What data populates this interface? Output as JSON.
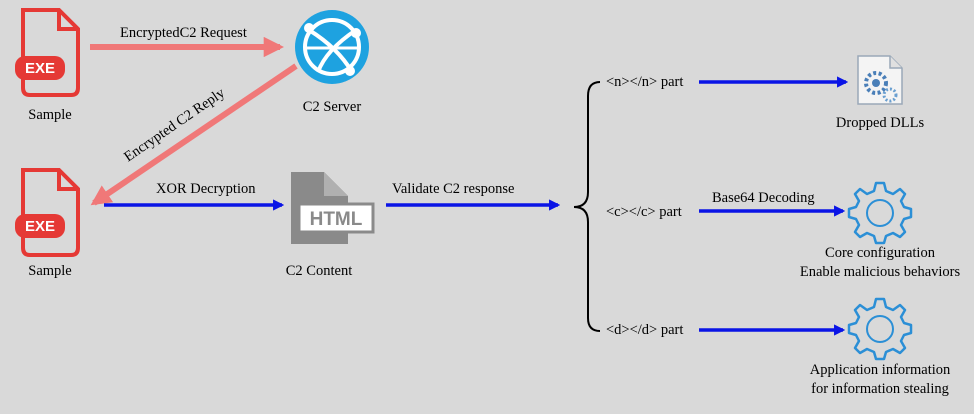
{
  "nodes": {
    "sample_top": {
      "label": "Sample",
      "badge": "EXE"
    },
    "sample_bottom": {
      "label": "Sample",
      "badge": "EXE"
    },
    "c2_server": {
      "label": "C2 Server"
    },
    "c2_content": {
      "label": "C2 Content",
      "badge": "HTML"
    },
    "dropped_dlls": {
      "label": "Dropped DLLs"
    },
    "core_config": {
      "line1": "Core configuration",
      "line2": "Enable malicious behaviors"
    },
    "app_info": {
      "line1": "Application information",
      "line2": "for information stealing"
    }
  },
  "edges": {
    "request": "EncryptedC2 Request",
    "reply": "Encrypted C2 Reply",
    "xor": "XOR Decryption",
    "validate": "Validate C2 response",
    "n_part": "<n></n> part",
    "c_part": "<c></c> part",
    "d_part": "<d></d> part",
    "base64": "Base64 Decoding"
  },
  "colors": {
    "request_arrow": "#f07878",
    "blue_arrow": "#0a14e6",
    "exe_red": "#e53935",
    "globe_blue": "#1ea2e0",
    "html_gray": "#8a8a8a",
    "gear_blue": "#2b8fd6"
  }
}
